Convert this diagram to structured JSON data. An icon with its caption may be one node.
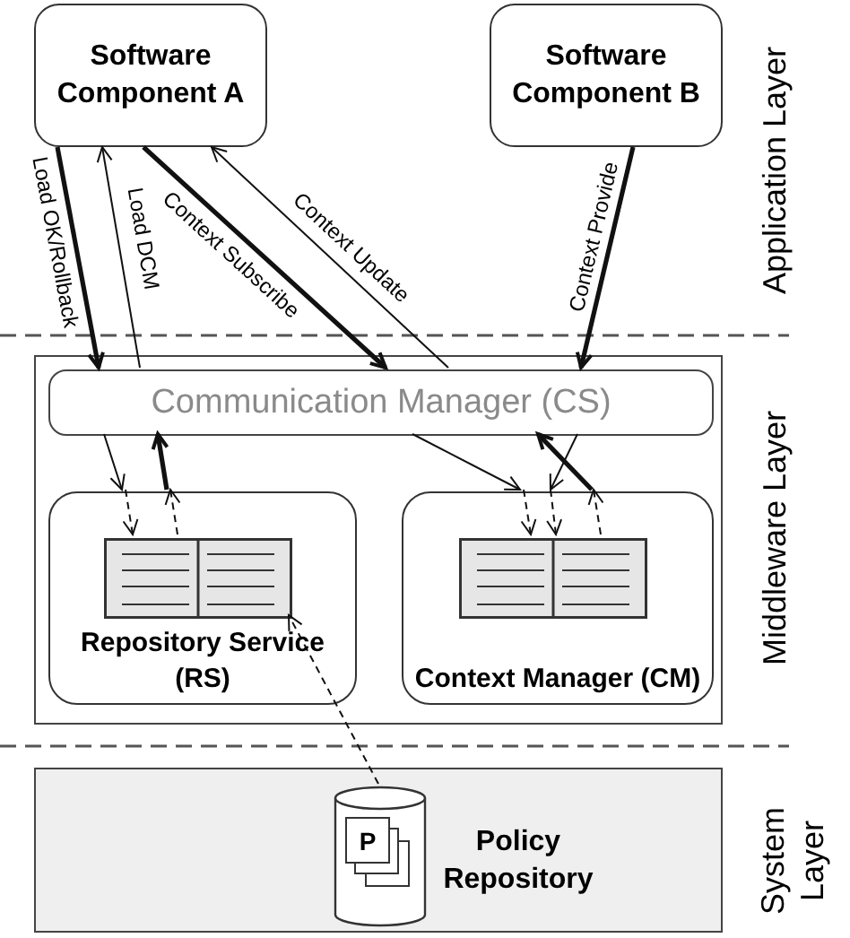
{
  "diagram": {
    "nodes": [
      {
        "text": [
          "Software Component A"
        ]
      },
      {
        "text": [
          "Software Component B"
        ]
      },
      {
        "text": [],
        "shape": "box"
      },
      {
        "text": [
          "Communication Manager (CS)"
        ],
        "in": 2
      },
      {
        "text": [
          "Repository Service (RS)"
        ],
        "in": 2
      },
      {
        "text": [
          "Context Manager (CM)"
        ],
        "in": 2
      },
      {
        "text": [],
        "shape": "book",
        "in": 4
      },
      {
        "text": [],
        "shape": "book",
        "in": 5
      },
      {
        "text": [],
        "shape": "box"
      },
      {
        "text": [
          "Policy Repository"
        ],
        "in": 8
      }
    ],
    "edges": [
      {
        "from": 0,
        "to": 3,
        "arrow": "to",
        "label": "Load OK/Rollback",
        "style": "thick"
      },
      {
        "from": 3,
        "to": 4,
        "arrow": "to"
      },
      {
        "from": 4,
        "to": 6,
        "arrow": "to",
        "style": "dashed"
      },
      {
        "from": 3,
        "to": 0,
        "arrow": "to",
        "label": "Load DCM"
      },
      {
        "from": 4,
        "to": 3,
        "arrow": "to",
        "style": "thick"
      },
      {
        "from": 6,
        "to": 4,
        "arrow": "to",
        "style": "dashed"
      },
      {
        "from": 0,
        "to": 3,
        "arrow": "to",
        "label": "Context Subscribe",
        "style": "thick"
      },
      {
        "from": 3,
        "to": 5,
        "arrow": "to"
      },
      {
        "from": 5,
        "to": 7,
        "arrow": "to",
        "style": "dashed"
      },
      {
        "from": 3,
        "to": 0,
        "arrow": "to",
        "label": "Context Update"
      },
      {
        "from": 5,
        "to": 3,
        "arrow": "to",
        "style": "thick"
      },
      {
        "from": 7,
        "to": 5,
        "arrow": "to",
        "style": "dashed"
      },
      {
        "from": 1,
        "to": 3,
        "arrow": "to",
        "label": "Context Provide",
        "style": "thick"
      },
      {
        "from": 3,
        "to": 5,
        "arrow": "to"
      },
      {
        "from": 5,
        "to": 7,
        "arrow": "to",
        "style": "dashed"
      },
      {
        "from": 9,
        "to": 6,
        "arrow": "to",
        "style": "dashed"
      }
    ],
    "labels": [
      "Application Layer",
      "Middleware Layer",
      "P",
      "System Layer"
    ]
  }
}
